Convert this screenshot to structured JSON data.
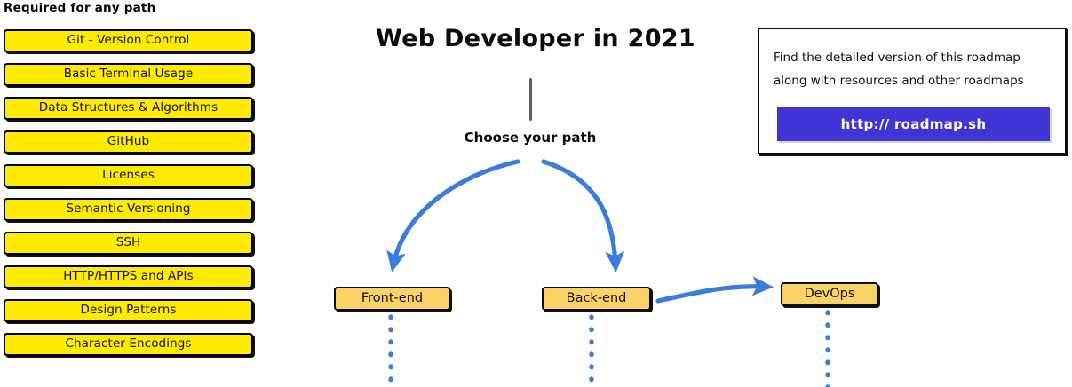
{
  "required_section": {
    "heading": "Required for any path",
    "items": [
      {
        "label": "Git - Version Control"
      },
      {
        "label": "Basic Terminal Usage"
      },
      {
        "label": "Data Structures & Algorithms"
      },
      {
        "label": "GitHub"
      },
      {
        "label": "Licenses"
      },
      {
        "label": "Semantic Versioning"
      },
      {
        "label": "SSH"
      },
      {
        "label": "HTTP/HTTPS and APIs"
      },
      {
        "label": "Design Patterns"
      },
      {
        "label": "Character Encodings"
      }
    ]
  },
  "center": {
    "title": "Web Developer in 2021",
    "choose_path_label": "Choose your path",
    "paths": [
      {
        "label": "Front-end"
      },
      {
        "label": "Back-end"
      },
      {
        "label": "DevOps"
      }
    ]
  },
  "roadmap_card": {
    "line1": "Find the detailed version of this roadmap",
    "line2": "along with resources and other roadmaps",
    "link_label": "http:// roadmap.sh"
  },
  "colors": {
    "required_box_fill": "#ffeb00",
    "path_box_fill": "#fbd268",
    "arrow_blue": "#3b7ddd",
    "link_button_purple": "#4034d4",
    "stem_gray": "#5f5f5f",
    "outline_black": "#0d0d0d"
  }
}
